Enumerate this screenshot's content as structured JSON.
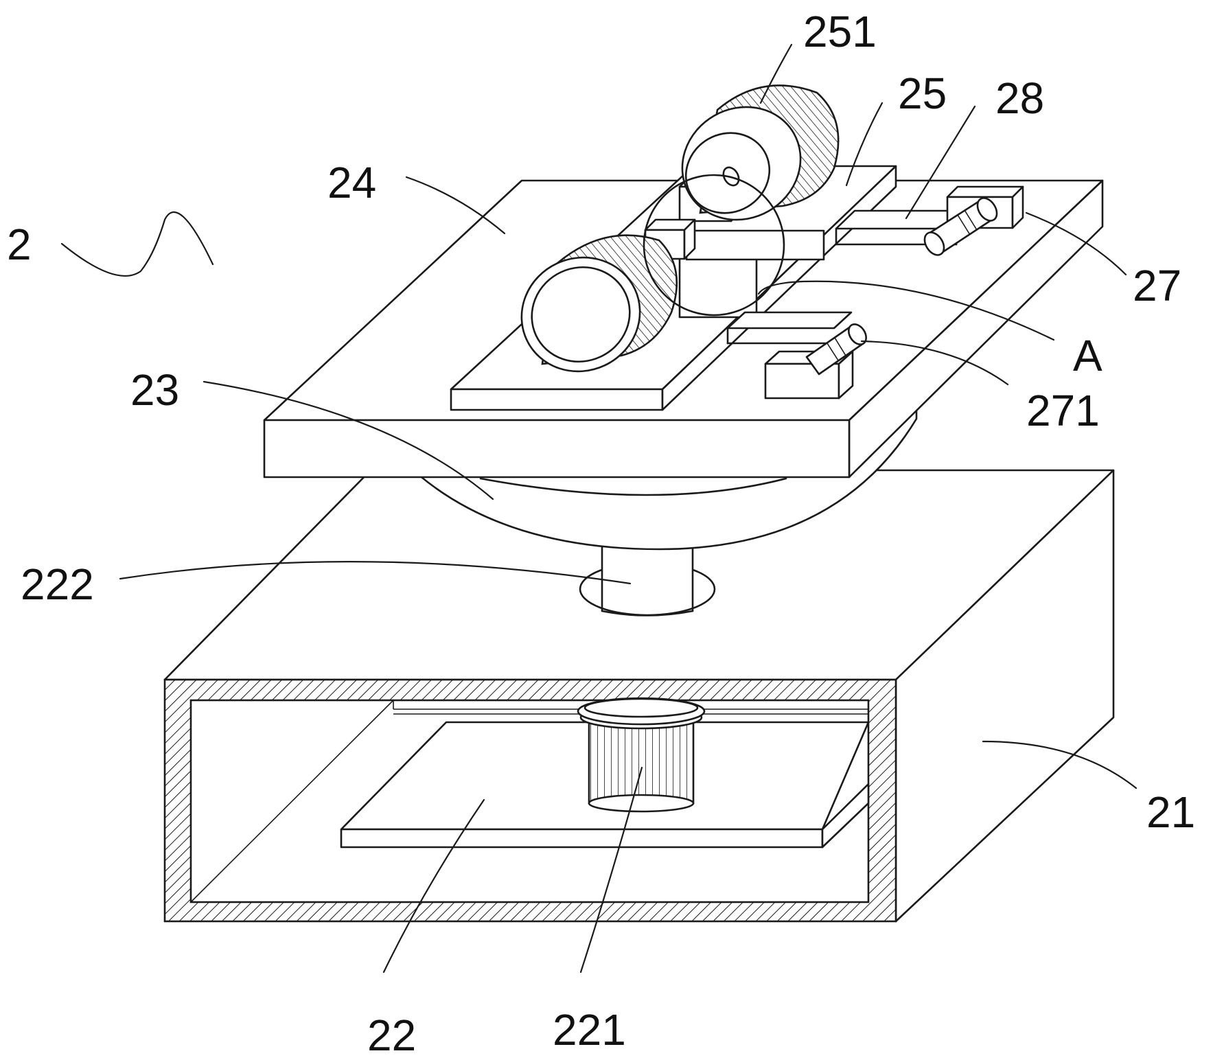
{
  "labels": {
    "assembly": "2",
    "motor_top": "251",
    "slide_plate": "25",
    "rail": "28",
    "turntable_plate": "24",
    "clamp_block": "27",
    "detail": "A",
    "clamp_rod": "271",
    "turntable_disc": "23",
    "shaft": "222",
    "housing": "21",
    "inner_plate": "22",
    "gear_motor": "221"
  }
}
